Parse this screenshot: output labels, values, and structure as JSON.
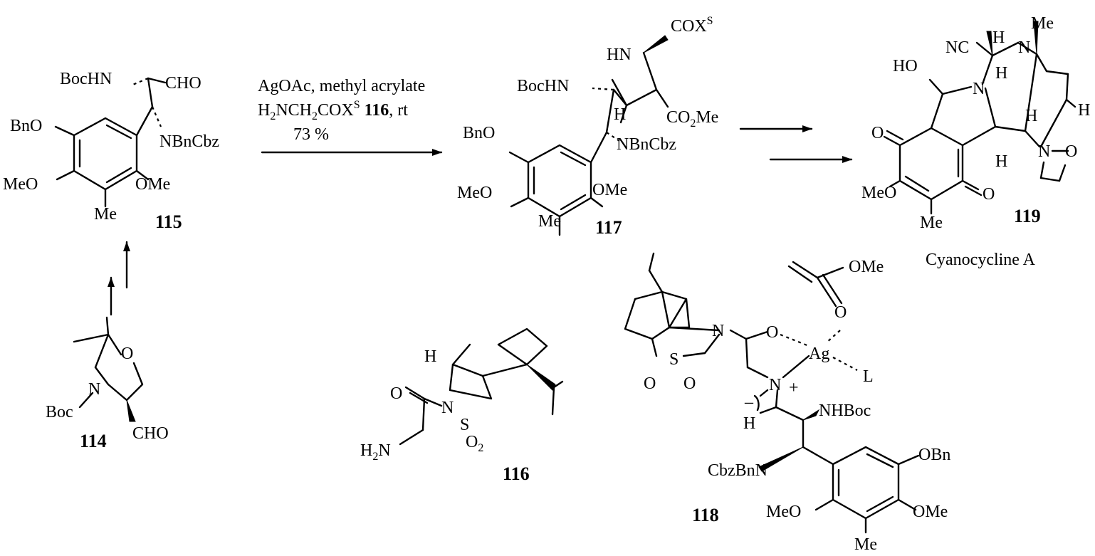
{
  "compounds": {
    "c114": {
      "number": "114",
      "labels": {
        "boc": "Boc",
        "n": "N",
        "o": "O",
        "cho": "CHO"
      }
    },
    "c115": {
      "number": "115",
      "labels": {
        "bochn": "BocHN",
        "cho": "CHO",
        "nbncbz": "NBnCbz",
        "bno": "BnO",
        "meo": "MeO",
        "ome": "OMe",
        "me": "Me"
      }
    },
    "c116": {
      "number": "116",
      "labels": {
        "h": "H",
        "o": "O",
        "n": "N",
        "s": "S",
        "o2": "O",
        "o2sub": "2",
        "h2n_h": "H",
        "h2n_sub": "2",
        "h2n_n": "N"
      }
    },
    "c117": {
      "number": "117",
      "labels": {
        "hn": "HN",
        "cox": "COX",
        "xs": "S",
        "bochn": "BocHN",
        "h": "H",
        "co2": "CO",
        "co2sub": "2",
        "co2me": "Me",
        "bno": "BnO",
        "nbncbz": "NBnCbz",
        "meo": "MeO",
        "ome": "OMe",
        "me": "Me"
      }
    },
    "c118": {
      "number": "118",
      "labels": {
        "ome_top": "OMe",
        "o_carbonyl": "O",
        "n": "N",
        "o": "O",
        "ag": "Ag",
        "l": "L",
        "s": "S",
        "o_s1": "O",
        "o_s2": "O",
        "n2": "N",
        "plus": "+",
        "minus": "–",
        "h": "H",
        "nhboc": "NHBoc",
        "cbzbnn": "CbzBnN",
        "obn": "OBn",
        "meo": "MeO",
        "ome": "OMe",
        "me": "Me"
      }
    },
    "c119": {
      "number": "119",
      "name": "Cyanocycline A",
      "labels": {
        "me_n": "Me",
        "n_top": "N",
        "h1": "H",
        "nc": "NC",
        "ho": "HO",
        "n1": "N",
        "h2": "H",
        "h3": "H",
        "h4": "H",
        "o_left": "O",
        "n2": "N",
        "o_ring": "O",
        "h5": "H",
        "meo": "MeO",
        "o_right": "O",
        "me": "Me"
      }
    }
  },
  "reaction": {
    "reagents_line1": "AgOAc, methyl acrylate",
    "reagents_line2_pre": "H",
    "reagents_line2_sub1": "2",
    "reagents_line2_mid": "NCH",
    "reagents_line2_sub2": "2",
    "reagents_line2_cox": "COX",
    "reagents_line2_sup": "S",
    "reagents_line2_ref": " 116",
    "reagents_line2_post": ", rt",
    "yield": "73 %"
  }
}
